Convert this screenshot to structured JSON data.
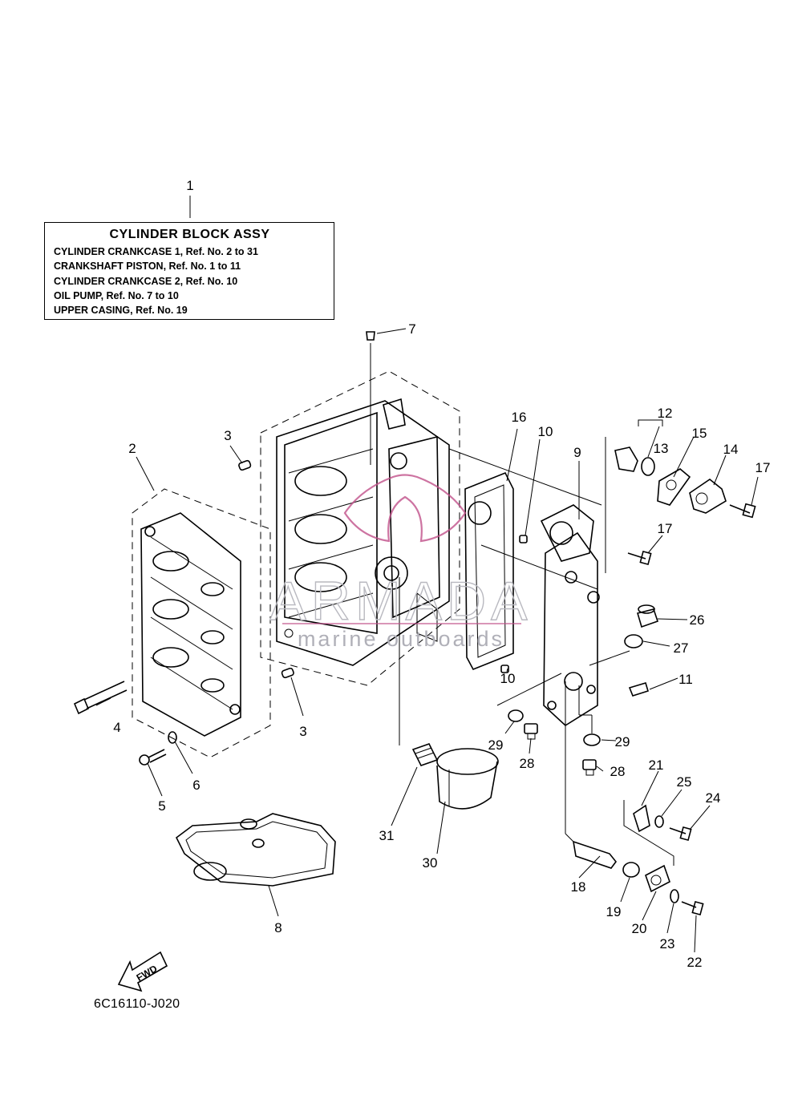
{
  "assembly": {
    "title": "CYLINDER BLOCK ASSY",
    "lines": [
      "CYLINDER CRANKCASE 1,  Ref. No. 2 to 31",
      "CRANKSHAFT PISTON,  Ref. No. 1 to 11",
      "CYLINDER CRANKCASE 2,  Ref. No. 10",
      "OIL PUMP,  Ref. No. 7 to 10",
      "UPPER CASING,  Ref. No. 19"
    ]
  },
  "callouts": [
    "1",
    "2",
    "3",
    "3",
    "4",
    "5",
    "6",
    "7",
    "8",
    "9",
    "10",
    "10",
    "11",
    "12",
    "13",
    "14",
    "15",
    "16",
    "17",
    "17",
    "18",
    "19",
    "20",
    "21",
    "22",
    "23",
    "24",
    "25",
    "26",
    "27",
    "28",
    "28",
    "29",
    "29",
    "30",
    "31"
  ],
  "watermark": {
    "brand": "ARMADA",
    "tagline": "marine outboards",
    "color": "#c0508a"
  },
  "fwd_label": "FWD",
  "diagram_code": "6C16110-J020"
}
